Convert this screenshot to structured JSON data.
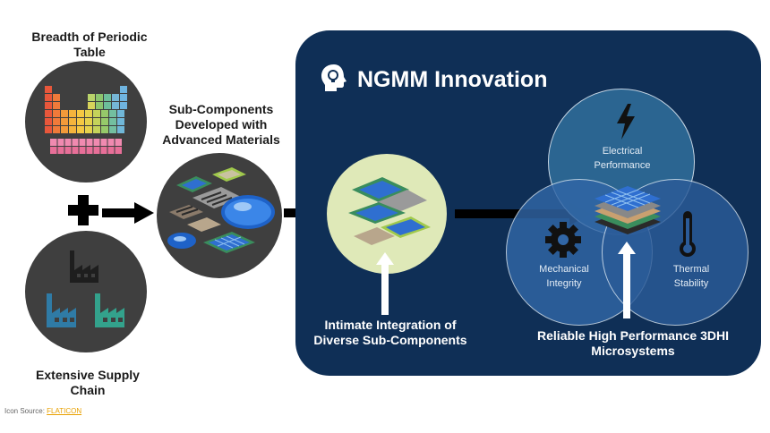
{
  "left": {
    "periodic_label": "Breadth of Periodic Table",
    "supply_label": "Extensive Supply Chain"
  },
  "middle": {
    "subcomponents_label": "Sub-Components Developed with Advanced Materials"
  },
  "panel": {
    "title": "NGMM Innovation",
    "integration_label": "Intimate Integration of Diverse Sub-Components",
    "venn": {
      "top": "Electrical Performance",
      "left": "Mechanical Integrity",
      "right": "Thermal Stability"
    },
    "result_label": "Reliable High Performance 3DHI Microsystems"
  },
  "footer": {
    "prefix": "Icon Source: ",
    "link": "FLATICON"
  },
  "colors": {
    "panel": "#0f2f56",
    "venn_top": "#2e6a97",
    "venn_left": "#3166a6",
    "venn_right": "#2b5b98",
    "integration_circle": "#dfe9b8",
    "dark_circle": "#3f3f3f",
    "factory_black": "#1e1e1e",
    "factory_blue": "#2f7ba6",
    "factory_teal": "#33a28c",
    "link": "#e8a000"
  },
  "icons": [
    "periodic-table-icon",
    "factory-icon",
    "plus-icon",
    "arrow-icon",
    "lightbulb-head-icon",
    "lightning-icon",
    "gear-icon",
    "thermometer-icon",
    "chip-stack-icon"
  ]
}
